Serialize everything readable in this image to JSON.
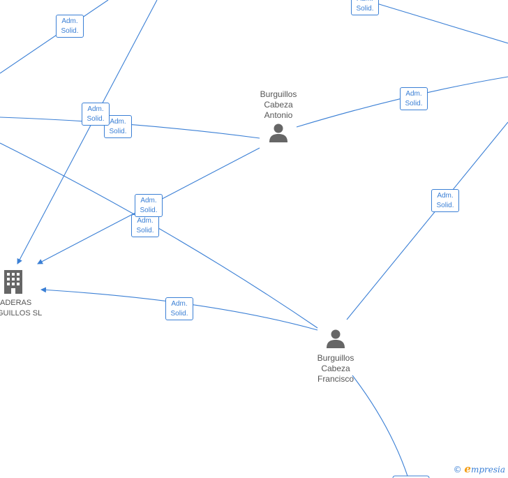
{
  "relation_label": "Adm. Solid.",
  "badge_lines": [
    "Adm.",
    "Solid."
  ],
  "nodes": {
    "antonio": {
      "type": "person",
      "name_lines": [
        "Burguillos",
        "Cabeza",
        "Antonio"
      ]
    },
    "francisco": {
      "type": "person",
      "name_lines": [
        "Burguillos",
        "Cabeza",
        "Francisco"
      ]
    },
    "company": {
      "type": "company",
      "name_lines": [
        "ADERAS",
        "GUILLOS SL"
      ]
    }
  },
  "brand": {
    "copyright": "©",
    "initial": "e",
    "rest": "mpresia"
  },
  "colors": {
    "edge": "#3a7fd5",
    "node_icon": "#666666",
    "text": "#555555",
    "brand_initial": "#f39c12"
  }
}
